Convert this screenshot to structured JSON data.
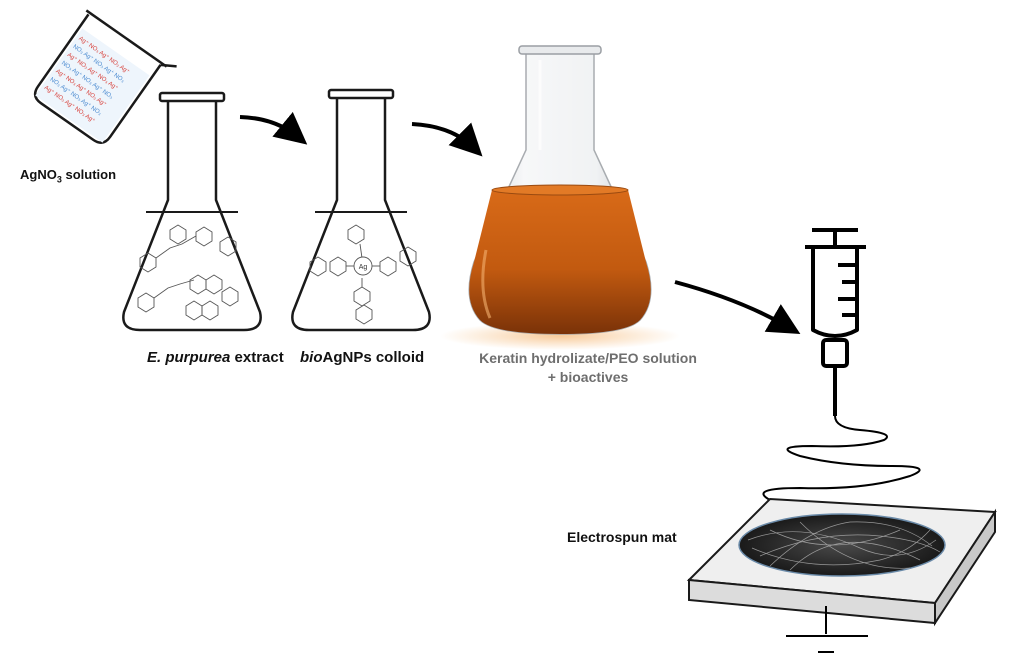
{
  "labels": {
    "agno3_main": "AgNO",
    "agno3_sub": "3",
    "agno3_rest": " solution",
    "extract_italic": "E. purpurea",
    "extract_rest": " extract",
    "colloid_italic": "bio",
    "colloid_rest": "AgNPs colloid",
    "keratin_line1": "Keratin hydrolizate/PEO solution",
    "keratin_line2": "+ bioactives",
    "mat": "Electrospun mat"
  },
  "beaker_text": "NO₃ Ag⁺",
  "center_atom": "Ag",
  "colors": {
    "solution_orange": "#c25a10",
    "solution_dark": "#6a2a05",
    "nitrate_blue": "#4a8ad0",
    "silver_red": "#d8403a",
    "mat_dark": "#2a2a2a",
    "label_gray": "#6e6e6e"
  }
}
